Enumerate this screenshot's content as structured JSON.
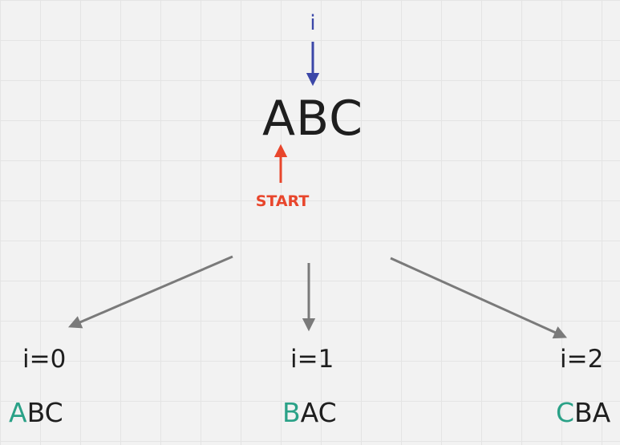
{
  "root": {
    "pointer_label": "i",
    "string": "ABC",
    "start_label": "START"
  },
  "branches": [
    {
      "index_label": "i=0",
      "perm_highlight": "A",
      "perm_rest": "BC"
    },
    {
      "index_label": "i=1",
      "perm_highlight": "B",
      "perm_rest": "AC"
    },
    {
      "index_label": "i=2",
      "perm_highlight": "C",
      "perm_rest": "BA"
    }
  ],
  "colors": {
    "pointer": "#3b47a8",
    "start": "#e8462c",
    "highlight": "#2aa187",
    "edge": "#7a7a7a",
    "text": "#1e1e1e"
  }
}
